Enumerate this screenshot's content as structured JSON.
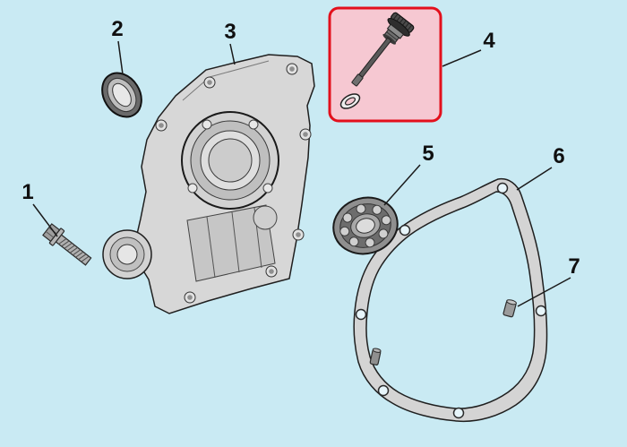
{
  "diagram": {
    "background": "#c9eaf3",
    "highlight_box": {
      "fill": "#f6c8d2",
      "stroke": "#e3101c"
    },
    "parts": [
      {
        "label": "1",
        "depicts": "flange-bolt",
        "highlighted": false
      },
      {
        "label": "2",
        "depicts": "oil-seal-ring",
        "highlighted": false
      },
      {
        "label": "3",
        "depicts": "crankcase-cover",
        "highlighted": false
      },
      {
        "label": "4",
        "depicts": "oil-dipstick-with-o-ring",
        "highlighted": true
      },
      {
        "label": "5",
        "depicts": "ball-bearing",
        "highlighted": false
      },
      {
        "label": "6",
        "depicts": "cover-gasket",
        "highlighted": false
      },
      {
        "label": "7",
        "depicts": "dowel-pin",
        "highlighted": false
      }
    ]
  }
}
